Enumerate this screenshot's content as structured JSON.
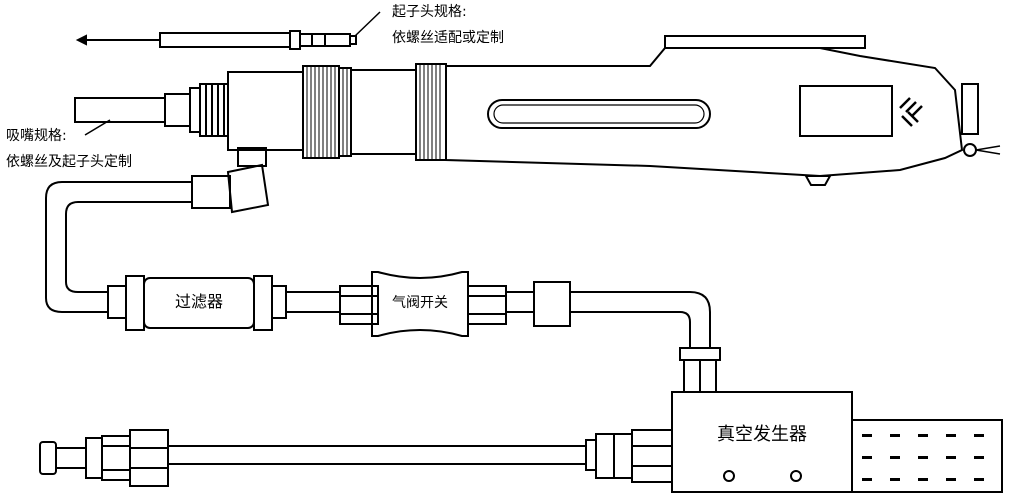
{
  "labels": {
    "bit_spec_line1": "起子头规格:",
    "bit_spec_line2": "依螺丝适配或定制",
    "nozzle_spec_line1": "吸嘴规格:",
    "nozzle_spec_line2": "依螺丝及起子头定制",
    "filter": "过滤器",
    "air_valve": "气阀开关",
    "vacuum_generator": "真空发生器"
  },
  "colors": {
    "line": "#000000",
    "background": "#ffffff"
  }
}
